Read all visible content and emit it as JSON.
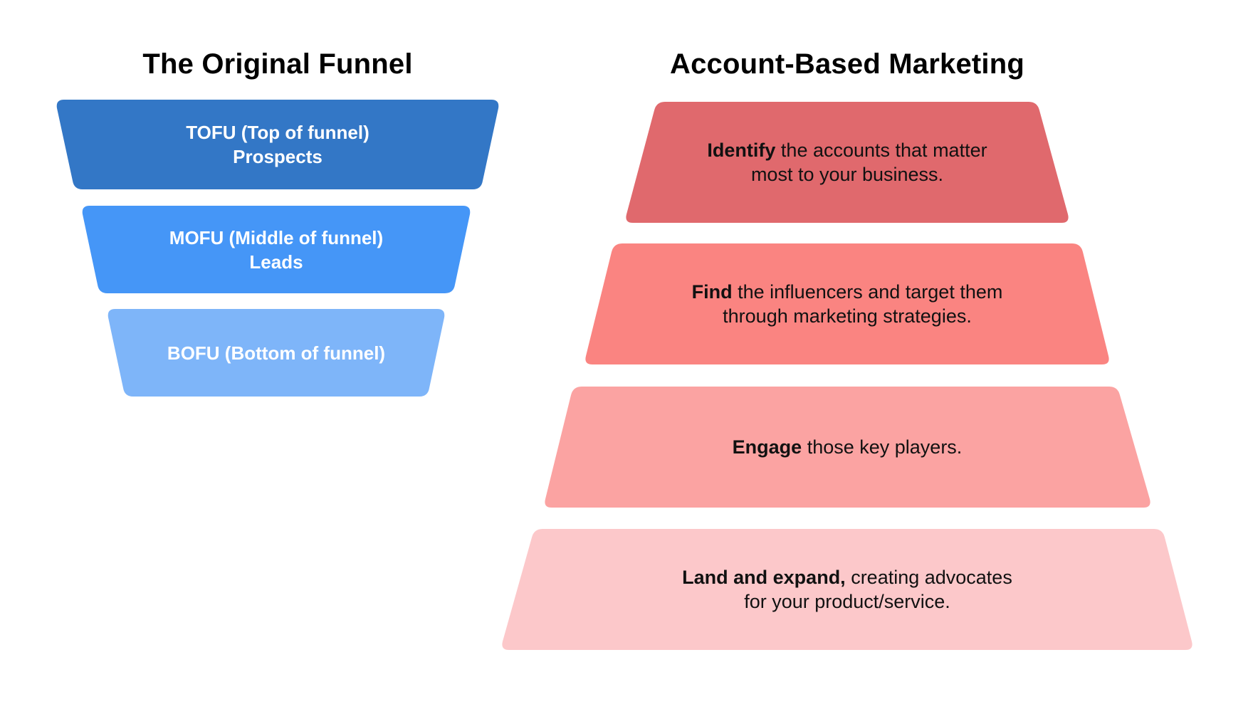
{
  "left_funnel": {
    "title": "The Original Funnel",
    "text_color": "#ffffff",
    "segments": [
      {
        "line1": "TOFU (Top of funnel)",
        "line2": "Prospects",
        "color": "#3377c6"
      },
      {
        "line1": "MOFU (Middle of funnel)",
        "line2": "Leads",
        "color": "#4596f7"
      },
      {
        "line1": "BOFU (Bottom of funnel)",
        "line2": "",
        "color": "#7eb5f9"
      }
    ]
  },
  "right_funnel": {
    "title": "Account-Based Marketing",
    "text_color": "#111111",
    "segments": [
      {
        "lead": "Identify",
        "line1_rest": " the accounts that matter",
        "line2": "most to your business.",
        "color": "#e0696d"
      },
      {
        "lead": "Find",
        "line1_rest": " the influencers and target them",
        "line2": "through marketing strategies.",
        "color": "#fa8481"
      },
      {
        "lead": "Engage",
        "line1_rest": " those key players.",
        "line2": "",
        "color": "#fba3a2"
      },
      {
        "lead": "Land and expand,",
        "line1_rest": " creating advocates",
        "line2": "for your product/service.",
        "color": "#fcc8ca"
      }
    ]
  }
}
